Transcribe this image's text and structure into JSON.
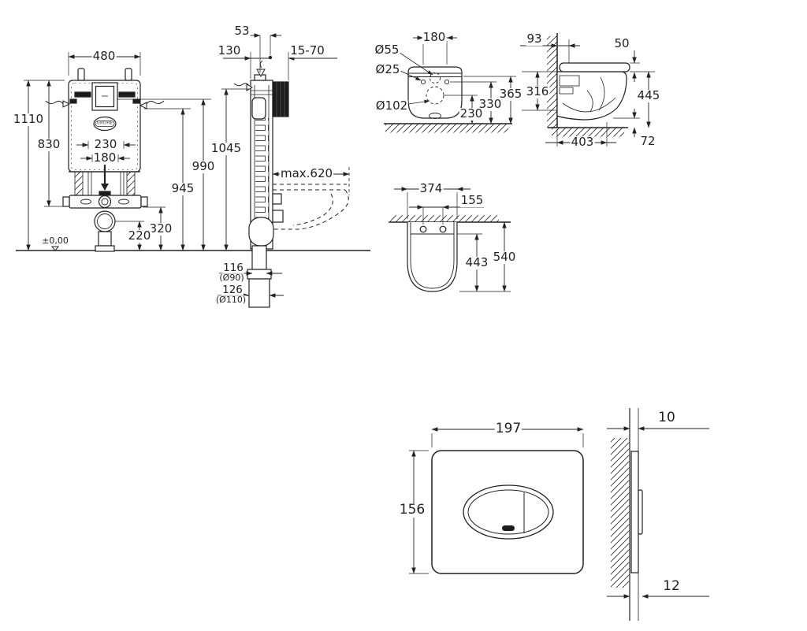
{
  "colors": {
    "line": "#222222",
    "background": "#ffffff",
    "dark_fill": "#1c1c1c"
  },
  "views": {
    "cistern_front": {
      "logo": "GROHE",
      "labels": {
        "width": "480",
        "total_height": "1110",
        "upper_height": "830",
        "outer_spacing": "230",
        "inner_spacing": "180",
        "outlet_line_height": "990",
        "bracket_line_height": "945",
        "bracket_height": "320",
        "drain_height": "220",
        "floor_level": "±0,00"
      }
    },
    "cistern_side": {
      "labels": {
        "top_depth": "53",
        "frame_depth": "130",
        "wall_range": "15-70",
        "inlet_height": "1045",
        "max_depth": "max.620",
        "pipe_offset_1": "116",
        "pipe_dia_1": "(Ø90)",
        "pipe_offset_2": "126",
        "pipe_dia_2": "(Ø110)"
      }
    },
    "bowl_rear": {
      "labels": {
        "hole_spacing": "180",
        "inlet_dia": "Ø55",
        "bolt_dia": "Ø25",
        "outlet_dia": "Ø102",
        "top_height": "365",
        "hole_height": "330",
        "outlet_height": "230"
      }
    },
    "bowl_side": {
      "labels": {
        "wall_offset": "93",
        "seat_thickness": "50",
        "rear_height": "316",
        "total_height": "445",
        "body_depth": "403",
        "bottom_clearance": "72"
      }
    },
    "bowl_top": {
      "labels": {
        "width": "374",
        "bolt_spacing": "155",
        "seat_depth": "443",
        "total_depth": "540"
      }
    },
    "plate_front": {
      "labels": {
        "width": "197",
        "height": "156"
      }
    },
    "plate_side": {
      "labels": {
        "plate_thickness": "10",
        "button_thickness": "12"
      }
    }
  }
}
